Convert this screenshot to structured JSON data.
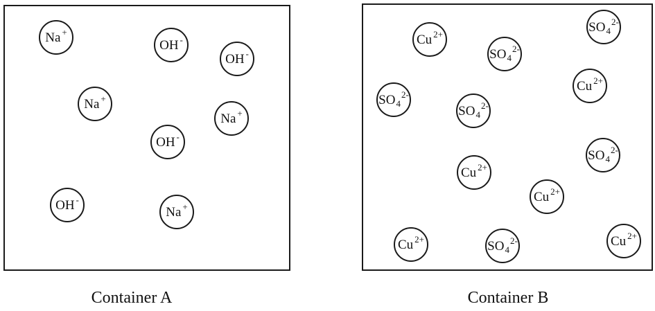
{
  "container_a": {
    "caption": "Container A",
    "ions": [
      {
        "symbol": "Na",
        "subscript": "",
        "charge": "+"
      },
      {
        "symbol": "OH",
        "subscript": "",
        "charge": "-"
      },
      {
        "symbol": "OH",
        "subscript": "",
        "charge": "-"
      },
      {
        "symbol": "Na",
        "subscript": "",
        "charge": "+"
      },
      {
        "symbol": "Na",
        "subscript": "",
        "charge": "+"
      },
      {
        "symbol": "OH",
        "subscript": "",
        "charge": "-"
      },
      {
        "symbol": "OH",
        "subscript": "",
        "charge": "-"
      },
      {
        "symbol": "Na",
        "subscript": "",
        "charge": "+"
      }
    ]
  },
  "container_b": {
    "caption": "Container B",
    "ions": [
      {
        "symbol": "Cu",
        "subscript": "",
        "charge": "2+"
      },
      {
        "symbol": "SO",
        "subscript": "4",
        "charge": "2-"
      },
      {
        "symbol": "SO",
        "subscript": "4",
        "charge": "2-"
      },
      {
        "symbol": "Cu",
        "subscript": "",
        "charge": "2+"
      },
      {
        "symbol": "SO",
        "subscript": "4",
        "charge": "2-"
      },
      {
        "symbol": "SO",
        "subscript": "4",
        "charge": "2-"
      },
      {
        "symbol": "SO",
        "subscript": "4",
        "charge": "2-"
      },
      {
        "symbol": "Cu",
        "subscript": "",
        "charge": "2+"
      },
      {
        "symbol": "Cu",
        "subscript": "",
        "charge": "2+"
      },
      {
        "symbol": "Cu",
        "subscript": "",
        "charge": "2+"
      },
      {
        "symbol": "SO",
        "subscript": "4",
        "charge": "2-"
      },
      {
        "symbol": "Cu",
        "subscript": "",
        "charge": "2+"
      }
    ]
  }
}
